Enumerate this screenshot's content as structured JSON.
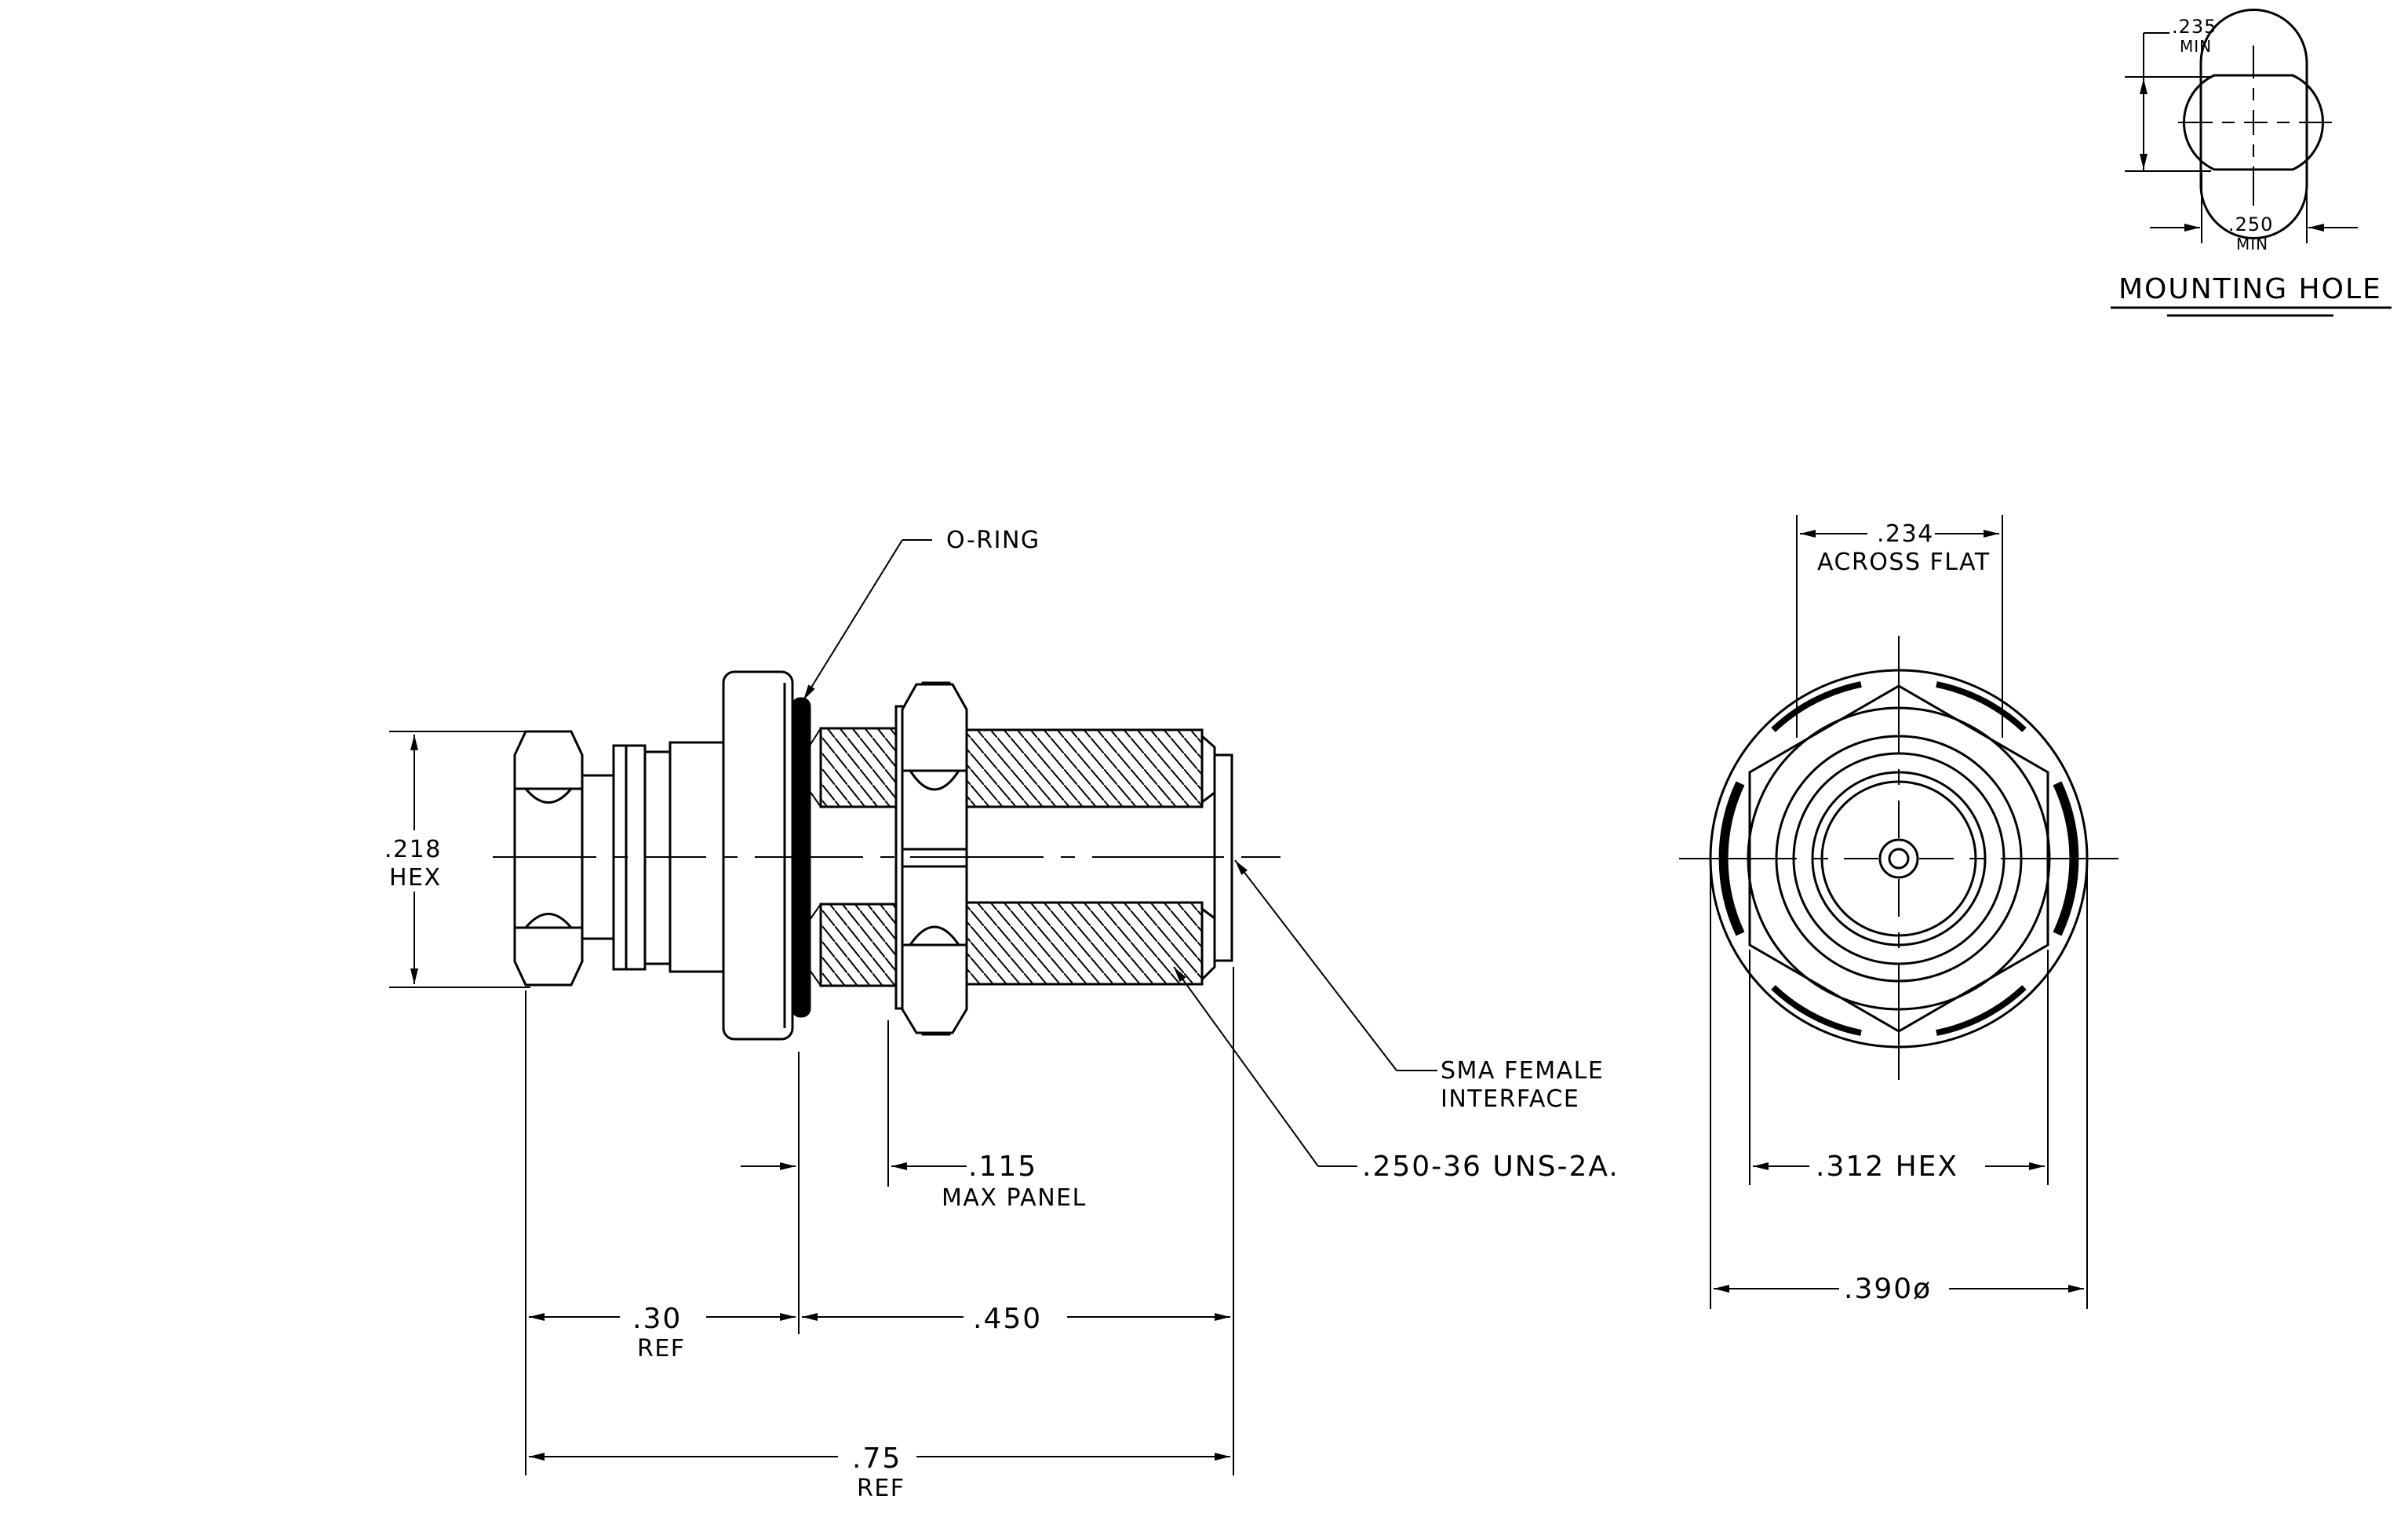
{
  "mounting_hole": {
    "title": "MOUNTING HOLE",
    "flat_value": ".235",
    "flat_note": "MIN",
    "dia_value": ".250",
    "dia_note": "MIN"
  },
  "side_view": {
    "hex_value": ".218",
    "hex_note": "HEX",
    "oring_label": "O-RING",
    "panel_value": ".115",
    "panel_note": "MAX PANEL",
    "thread_label": ".250-36 UNS-2A.",
    "interface_line1": "SMA FEMALE",
    "interface_line2": "INTERFACE",
    "ref30_value": ".30",
    "ref30_note": "REF",
    "len450_value": ".450",
    "ref75_value": ".75",
    "ref75_note": "REF"
  },
  "end_view": {
    "flat_value": ".234",
    "flat_note": "ACROSS FLAT",
    "hex_label": ".312 HEX",
    "dia_label": ".390ø"
  }
}
